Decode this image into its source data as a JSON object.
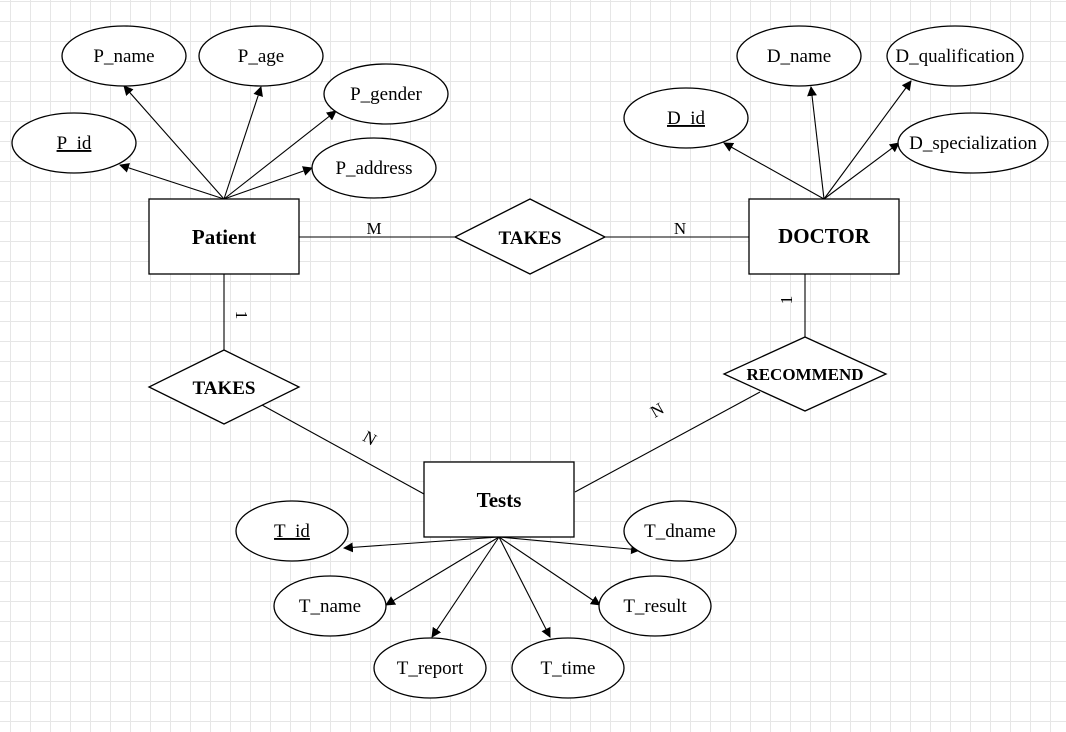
{
  "entities": {
    "patient": "Patient",
    "doctor": "DOCTOR",
    "tests": "Tests"
  },
  "relationships": {
    "patient_doctor": "TAKES",
    "patient_tests": "TAKES",
    "doctor_tests": "RECOMMEND"
  },
  "attributes": {
    "patient": {
      "p_id": "P_id",
      "p_name": "P_name",
      "p_age": "P_age",
      "p_gender": "P_gender",
      "p_address": "P_address"
    },
    "doctor": {
      "d_id": "D_id",
      "d_name": "D_name",
      "d_qualification": "D_qualification",
      "d_specialization": "D_specialization"
    },
    "tests": {
      "t_id": "T_id",
      "t_name": "T_name",
      "t_report": "T_report",
      "t_time": "T_time",
      "t_result": "T_result",
      "t_dname": "T_dname"
    }
  },
  "cardinalities": {
    "patient_takes_doctor_patient": "M",
    "patient_takes_doctor_doctor": "N",
    "patient_takes_tests_patient": "1",
    "patient_takes_tests_tests": "N",
    "doctor_recommend_tests_doctor": "1",
    "doctor_recommend_tests_tests": "N"
  },
  "key_attributes": [
    "P_id",
    "D_id",
    "T_id"
  ]
}
